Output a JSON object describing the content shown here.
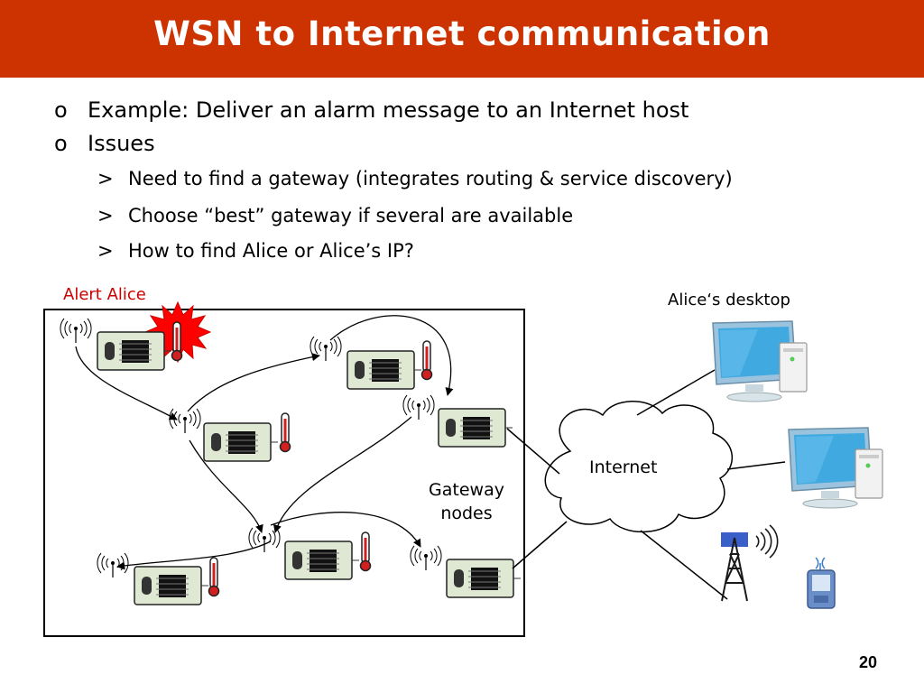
{
  "title": "WSN to Internet communication",
  "bullets": [
    {
      "marker": "o",
      "text": "Example: Deliver an alarm message to an Internet host"
    },
    {
      "marker": "o",
      "text": "Issues"
    }
  ],
  "sub_bullets": [
    {
      "marker": ">",
      "text": "Need to find a gateway (integrates routing & service discovery)"
    },
    {
      "marker": ">",
      "text": "Choose “best” gateway if several are available"
    },
    {
      "marker": ">",
      "text": "How to find Alice or Alice’s IP?"
    }
  ],
  "diagram": {
    "alert_label": "Alert Alice",
    "desktop_label": "Alice‘s desktop",
    "internet_label": "Internet",
    "gateway_line1": "Gateway",
    "gateway_line2": "nodes"
  },
  "page_number": "20",
  "colors": {
    "title_bar": "#cc3300",
    "alert": "#cc0000",
    "monitor": "#3fa9e0"
  }
}
